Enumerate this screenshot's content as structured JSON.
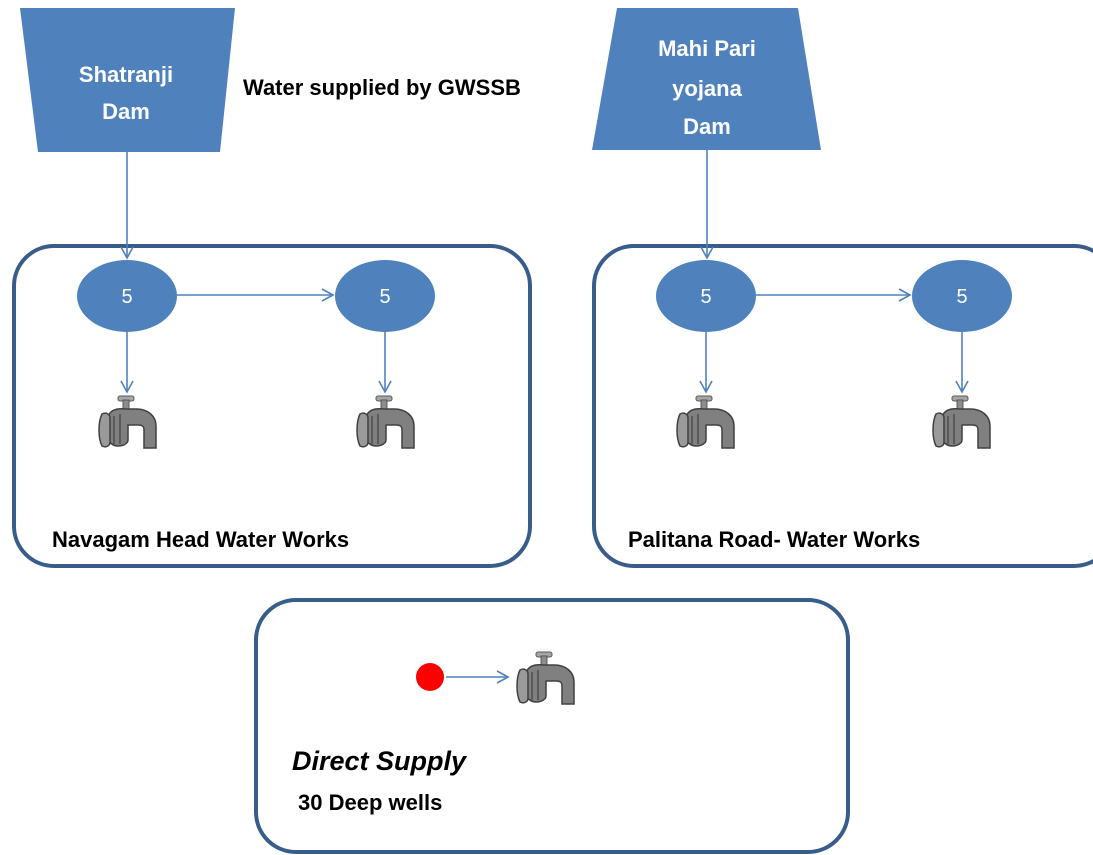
{
  "sources": {
    "left_dam": {
      "line1": "Shatranji",
      "line2": "Dam"
    },
    "right_dam": {
      "line1": "Mahi Pari",
      "line2": "yojana",
      "line3": "Dam"
    },
    "supplier_label": "Water supplied by GWSSB"
  },
  "plants": {
    "left": {
      "title": "Navagam Head Water Works",
      "node_a": "5",
      "node_b": "5"
    },
    "right": {
      "title": "Palitana Road- Water Works",
      "node_a": "5",
      "node_b": "5"
    }
  },
  "direct": {
    "title": "Direct Supply",
    "subtitle": "30 Deep wells"
  },
  "colors": {
    "shape_fill": "#4f81bd",
    "box_stroke": "#385d8a",
    "well_dot": "#ff0000",
    "tap": "#808080"
  },
  "icons": {
    "tap": "water-tap-icon",
    "well": "deep-well-dot"
  }
}
